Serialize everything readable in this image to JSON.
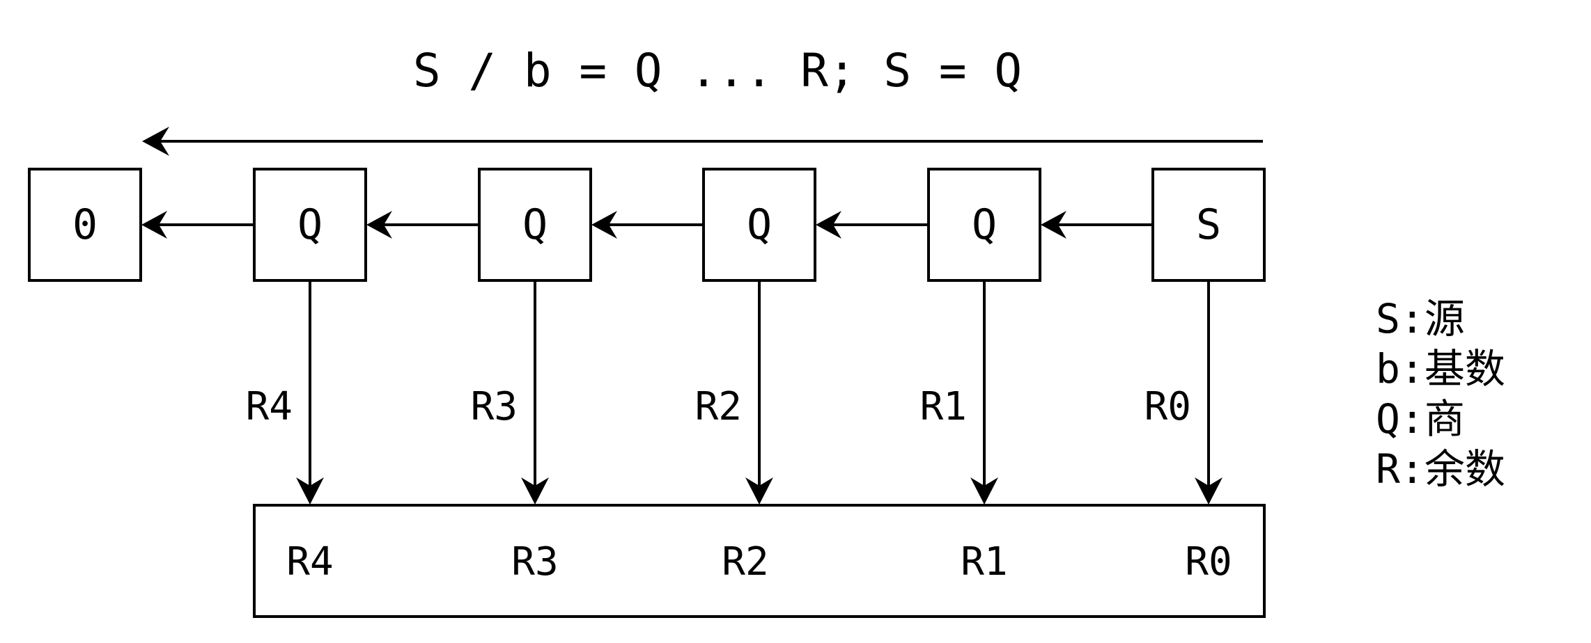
{
  "title": "S / b = Q ... R; S = Q",
  "chain": [
    {
      "label": "0"
    },
    {
      "label": "Q"
    },
    {
      "label": "Q"
    },
    {
      "label": "Q"
    },
    {
      "label": "Q"
    },
    {
      "label": "S"
    }
  ],
  "remainder_arrows": [
    {
      "label": "R4"
    },
    {
      "label": "R3"
    },
    {
      "label": "R2"
    },
    {
      "label": "R1"
    },
    {
      "label": "R0"
    }
  ],
  "result_box": {
    "items": [
      {
        "label": "R4"
      },
      {
        "label": "R3"
      },
      {
        "label": "R2"
      },
      {
        "label": "R1"
      },
      {
        "label": "R0"
      }
    ]
  },
  "legend": {
    "items": [
      {
        "text": "S:源"
      },
      {
        "text": "b:基数"
      },
      {
        "text": "Q:商"
      },
      {
        "text": "R:余数"
      }
    ]
  },
  "colors": {
    "stroke": "#000000",
    "background": "#ffffff"
  }
}
